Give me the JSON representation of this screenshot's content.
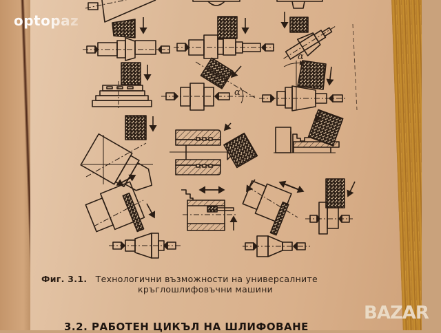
{
  "figure": {
    "label": "Фиг. 3.1.",
    "caption_line1": "Технологични възможности на универсалните",
    "caption_line2": "кръглошлифовъчни машини",
    "angle_symbol": "α",
    "panels": [
      "external-grinding-taper",
      "external-grinding-stepped-shaft",
      "angled-wheel-grinding-1",
      "face-grinding-stepped-disk",
      "angled-grinding-alpha",
      "taper-grinding-alpha",
      "chuck-angled-taper",
      "internal-grinding-bushing",
      "shoulder-face-grinding",
      "swivel-head-face-grinding",
      "internal-small-bore-grinding",
      "swivel-head-disk-grinding",
      "plunge-grinding-disk"
    ]
  },
  "section": {
    "heading": "3.2. РАБОТЕН ЦИКЪЛ НА ШЛИФОВАНЕ"
  },
  "watermarks": {
    "top_left": "optopaz",
    "bottom_right": "BAZAR"
  },
  "colors": {
    "paper": "#dcb896",
    "ink": "#2a1d14",
    "page_edge": "#b27a2c"
  }
}
